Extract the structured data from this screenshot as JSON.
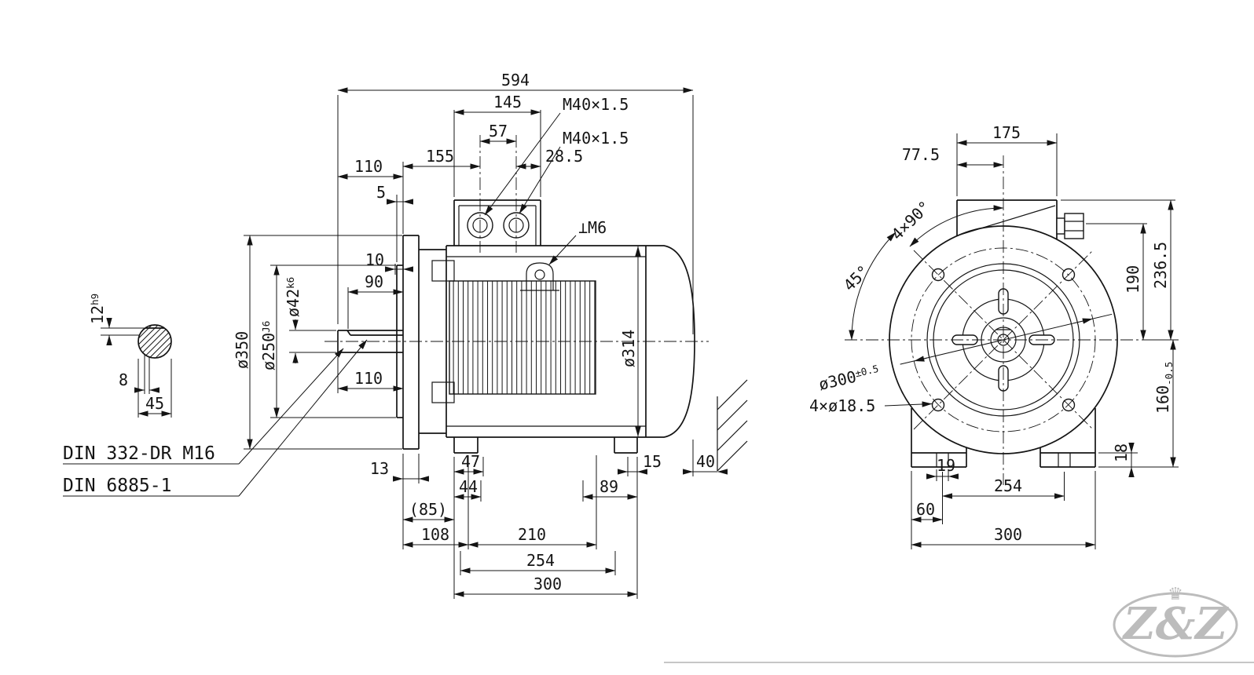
{
  "side_view": {
    "dim_594": "594",
    "dim_145": "145",
    "dim_57": "57",
    "gland_label_top": "M40×1.5",
    "gland_label_bottom": "M40×1.5",
    "dim_155": "155",
    "dim_28_5": "28.5",
    "dim_110_shaft_top": "110",
    "dim_5": "5",
    "dim_10": "10",
    "dim_90": "90",
    "thread_label": "⊥M6",
    "key_section_width": "12",
    "key_section_width_tol": "h9",
    "key_section_dim_8": "8",
    "key_section_dim_45": "45",
    "dia_flange": "ø350",
    "dia_spigot": "ø250",
    "dia_spigot_tol": "J6",
    "dia_shaft": "ø42",
    "dia_shaft_tol": "k6",
    "dia_frame": "ø314",
    "dim_110_shaft_bottom": "110",
    "note_center_hole": "DIN 332-DR M16",
    "note_key": "DIN 6885-1",
    "dim_13": "13",
    "dim_47": "47",
    "dim_44": "44",
    "dim_15": "15",
    "dim_89": "89",
    "dim_40": "40",
    "dim_85_aux": "(85)",
    "dim_108": "108",
    "dim_210": "210",
    "dim_254": "254",
    "dim_300": "300"
  },
  "front_view": {
    "dim_175": "175",
    "dim_77_5": "77.5",
    "angle_pattern": "4×90°",
    "angle_45": "45°",
    "dim_190": "190",
    "dim_236_5": "236.5",
    "dia_bolt_circle": "ø300",
    "dia_bolt_circle_tol": "±0.5",
    "holes_label": "4×ø18.5",
    "dim_160": "160",
    "dim_160_tol": "-0.5",
    "dim_18": "18",
    "dim_19": "19",
    "dim_254": "254",
    "dim_60": "60",
    "dim_300": "300"
  },
  "watermark": {
    "logo_text": "Z&Z",
    "crown": "♛"
  }
}
